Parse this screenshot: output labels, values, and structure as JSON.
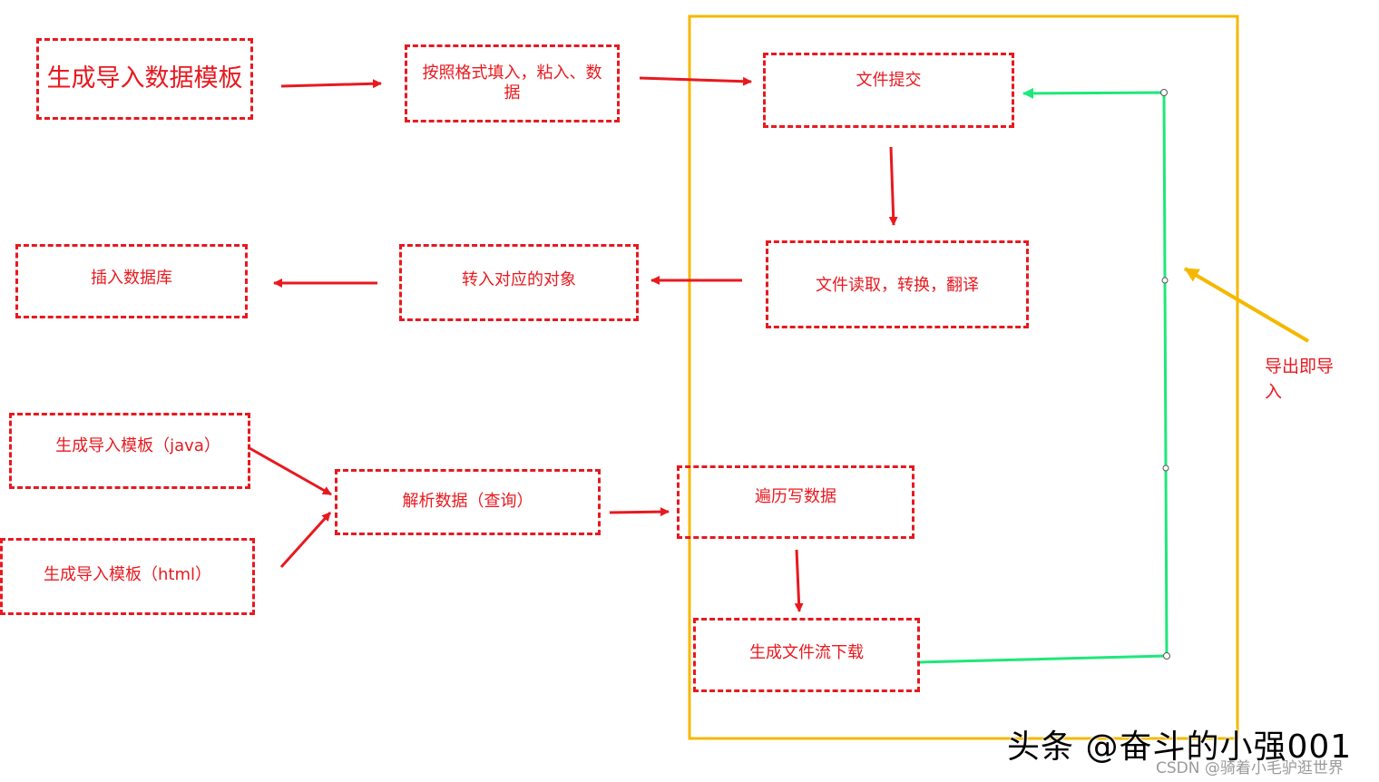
{
  "colors": {
    "box_border": "#e8191f",
    "arrow": "#e8191f",
    "container": "#f5b800",
    "loop_line": "#1de87a",
    "callout_arrow": "#f5b800"
  },
  "boxes": {
    "gen_template": "生成导入数据模板",
    "fill_format": "按照格式填入，粘入、数据",
    "file_submit": "文件提交",
    "file_read": "文件读取，转换，翻译",
    "to_object": "转入对应的对象",
    "insert_db": "插入数据库",
    "gen_java": "生成导入模板（java）",
    "gen_html": "生成导入模板（html）",
    "parse_data": "解析数据（查询）",
    "write_data": "遍历写数据",
    "gen_stream": "生成文件流下载"
  },
  "note": "导出即导入",
  "watermark": {
    "brand": "头条 @奋斗的小强001",
    "csdn": "CSDN @骑着小毛驴逛世界"
  }
}
